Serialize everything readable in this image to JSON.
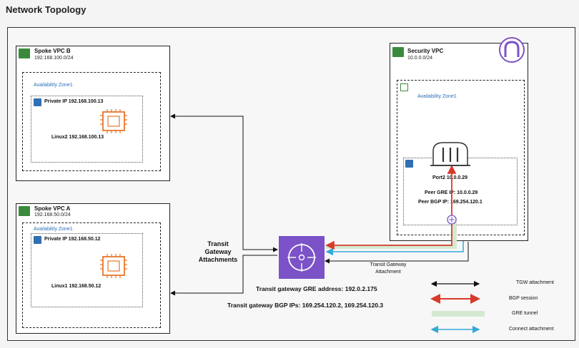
{
  "title": "Network Topology",
  "spoke_b": {
    "title": "Spoke VPC B",
    "cidr": "192.168.100.0/24",
    "az": "Availability Zone1",
    "private_ip": "Private IP  192.168.100.13",
    "instance": "Linux2  192.168.100.13"
  },
  "spoke_a": {
    "title": "Spoke VPC A",
    "cidr": "192.168.50.0/24",
    "az": "Availability Zone1",
    "private_ip": "Private IP  192.168.50.12",
    "instance": "Linux1  192.168.50.12"
  },
  "security": {
    "title": "Security VPC",
    "cidr": "10.0.0.0/24",
    "az": "Availability Zone1",
    "port": "Port2  10.0.0.29",
    "peer_gre": "Peer GRE IP: 10.0.0.29",
    "peer_bgp": "Peer BGP IP: 169.254.120.1"
  },
  "center": {
    "attachments": "Transit\nGateway\nAttachments",
    "attachment_right": "Transit Gateway\nAttachment",
    "gre_address": "Transit gateway GRE address: 192.0.2.175",
    "bgp_ips": "Transit gateway BGP IPs: 169.254.120.2, 169.254.120.3"
  },
  "legend": {
    "tgw": "TGW attachment",
    "bgp": "BGP session",
    "gre": "GRE tunnel",
    "connect": "Connect attachment"
  },
  "colors": {
    "tgw_purple": "#7b52c7",
    "bgp_red": "#d83a2a",
    "gre_green": "#d3ead0",
    "connect_blue": "#36a9d6",
    "chip_orange": "#e8762b"
  }
}
